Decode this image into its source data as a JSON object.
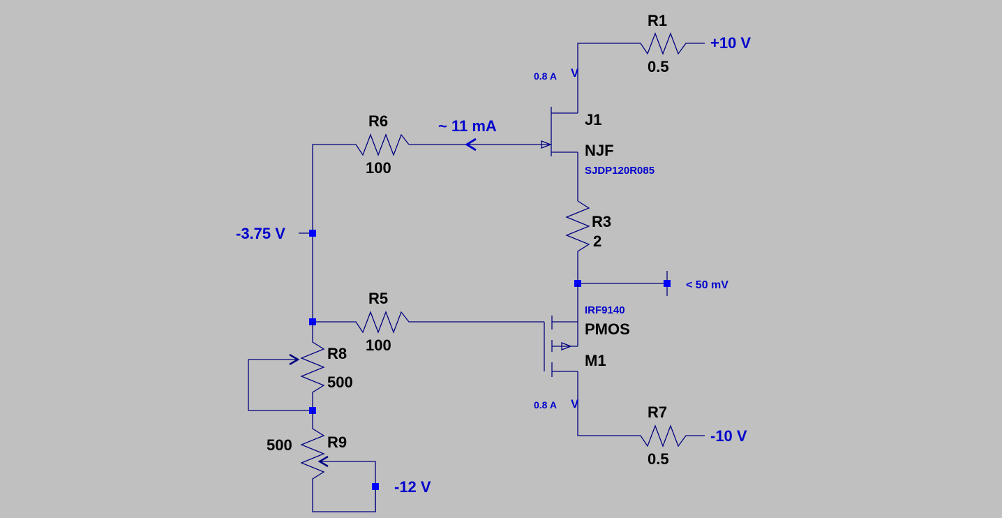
{
  "components": {
    "R1": {
      "ref": "R1",
      "value": "0.5"
    },
    "R3": {
      "ref": "R3",
      "value": "2"
    },
    "R5": {
      "ref": "R5",
      "value": "100"
    },
    "R6": {
      "ref": "R6",
      "value": "100"
    },
    "R7": {
      "ref": "R7",
      "value": "0.5"
    },
    "R8": {
      "ref": "R8",
      "value": "500"
    },
    "R9": {
      "ref": "R9",
      "value": "500"
    },
    "J1": {
      "ref": "J1",
      "type": "NJF",
      "model": "SJDP120R085"
    },
    "M1": {
      "ref": "M1",
      "type": "PMOS",
      "model": "IRF9140"
    }
  },
  "annotations": {
    "supply_pos": "+10 V",
    "supply_neg": "-10 V",
    "supply_bias": "-12 V",
    "gate_voltage": "-3.75 V",
    "mid_voltage": "< 50 mV",
    "gate_current": "~ 11 mA",
    "current_top": "0.8 A",
    "current_bottom": "0.8 A",
    "v_mark": "V"
  },
  "colors": {
    "background": "#c0c0c0",
    "wire": "#000080",
    "junction": "#0000ff",
    "label": "#000000",
    "annotation": "#0000cc"
  }
}
